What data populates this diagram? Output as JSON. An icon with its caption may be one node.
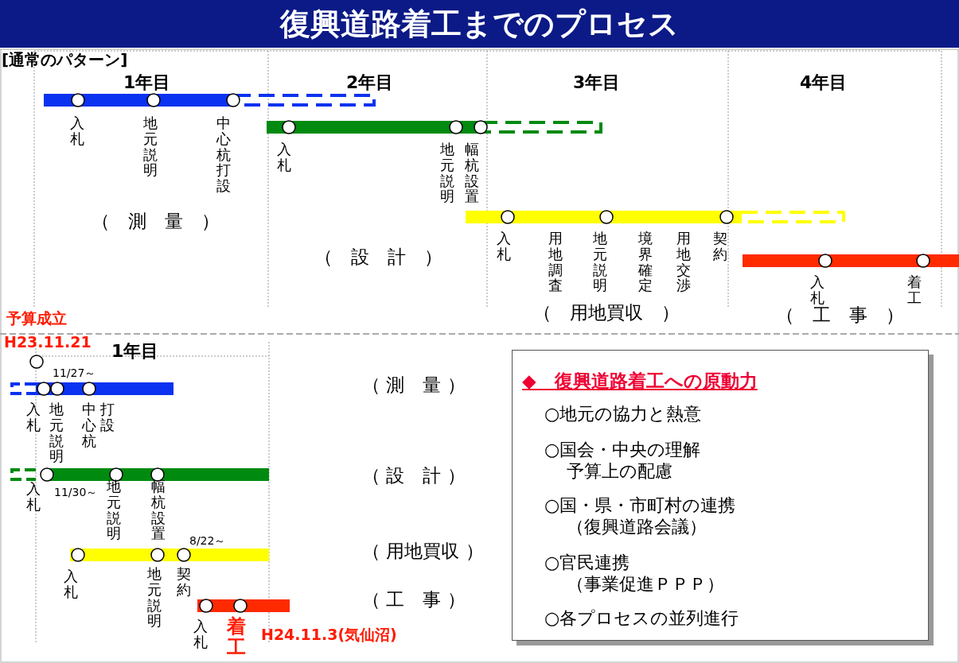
{
  "diagram": {
    "title": "復興道路着工までのプロセス",
    "nodes": [
      {
        "text": [
          "◆　復興道路着工への原動力",
          "○地元の協力と熱意",
          "○国会・中央の理解",
          "予算上の配慮",
          "○国・県・市町村の連携",
          "（復興道路会議）",
          "○官民連携",
          "（事業促進ＰＰＰ）",
          "○各プロセスの並列進行"
        ]
      }
    ],
    "labels": [
      "[通常のパターン]",
      "1年目",
      "2年目",
      "3年目",
      "4年目",
      "入札",
      "地元説明",
      "中心杭打設",
      "入札",
      "地元説明",
      "幅杭設置",
      "（　測　量　）",
      "入札",
      "用地調査",
      "地元説明",
      "境界確定",
      "用地交渉",
      "契約",
      "（　設　計　）",
      "入札",
      "着工",
      "予算成立",
      "（　用地買収　）",
      "（　工　事　）",
      "H23.11.21",
      "1年目",
      "11/27～",
      "（ 測　量 ）",
      "入札",
      "地元説明",
      "中心杭打設",
      "（ 設　計 ）",
      "入札",
      "11/30～",
      "地元説明",
      "幅杭設置",
      "8/22～",
      "（ 用地買収 ）",
      "入札",
      "地元説明",
      "契約",
      "（ 工　事 ）",
      "入札",
      "着工",
      "H24.11.3(気仙沼)"
    ]
  }
}
